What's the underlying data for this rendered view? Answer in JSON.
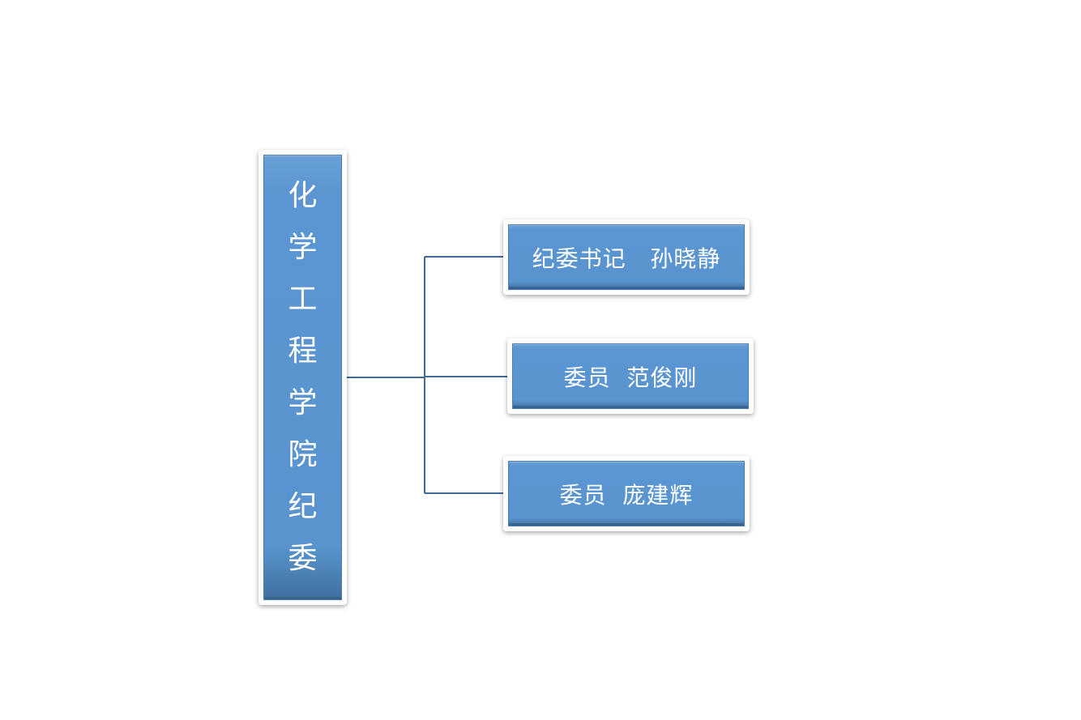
{
  "diagram": {
    "root": {
      "label": "化学工程学院纪委",
      "chars": [
        "化",
        "学",
        "工",
        "程",
        "学",
        "院",
        "纪",
        "委"
      ]
    },
    "children": [
      {
        "label": "纪委书记   孙晓静"
      },
      {
        "label": "委员  范俊刚"
      },
      {
        "label": "委员  庞建辉"
      }
    ],
    "colors": {
      "box_fill": "#5b96d2",
      "box_border": "#4a7eb3",
      "connector": "#3e6b9c",
      "text": "#ffffff"
    }
  }
}
